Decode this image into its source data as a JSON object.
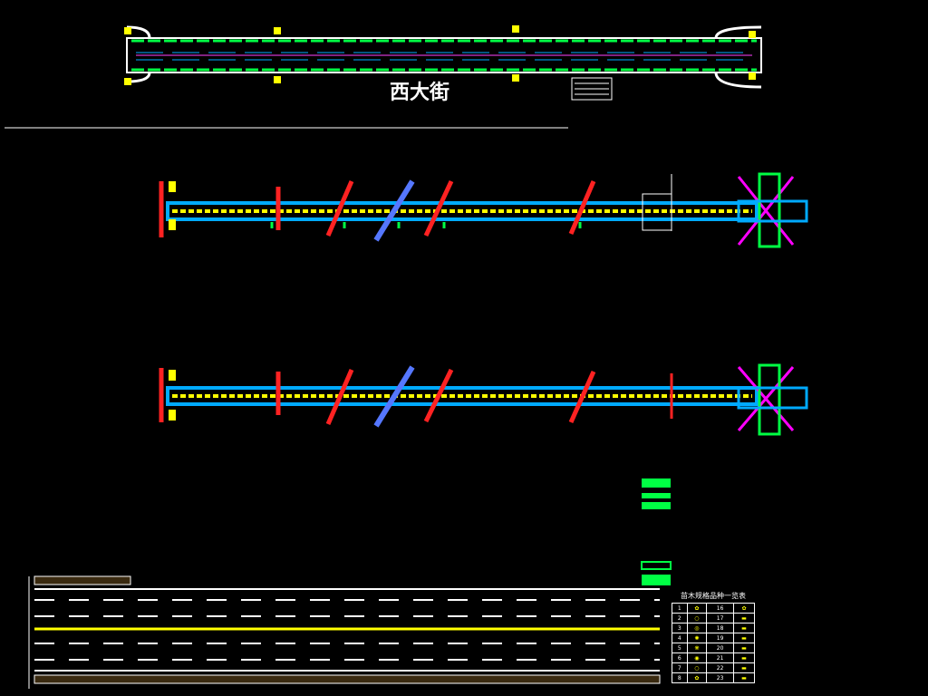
{
  "street_name": "西大街",
  "plant_table": {
    "caption": "苗木规格品种一览表",
    "rows": [
      {
        "n1": "1",
        "n2": "16"
      },
      {
        "n1": "2",
        "n2": "17"
      },
      {
        "n1": "3",
        "n2": "18"
      },
      {
        "n1": "4",
        "n2": "19"
      },
      {
        "n1": "5",
        "n2": "20"
      },
      {
        "n1": "6",
        "n2": "21"
      },
      {
        "n1": "7",
        "n2": "22"
      },
      {
        "n1": "8",
        "n2": "23"
      }
    ]
  },
  "colors": {
    "background": "#000000",
    "road_blue": "#00aaff",
    "median_yellow": "#ffff00",
    "planting_green": "#00ff44",
    "intersection_magenta": "#ff00ff",
    "edge_red": "#ff2222",
    "border_white": "#ffffff"
  }
}
